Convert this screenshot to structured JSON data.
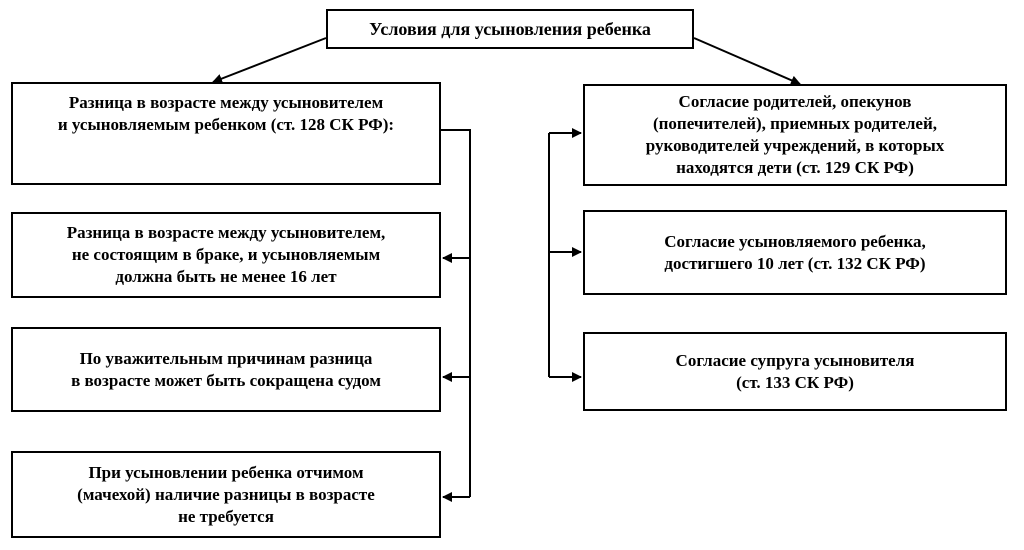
{
  "title": "Условия для усыновления ребенка",
  "left": {
    "main": "Разница в возрасте между усыновителем\nи усыновляемым ребенком (ст. 128 СК РФ):",
    "items": [
      "Разница в возрасте между усыновителем,\nне состоящим в браке, и усыновляемым\nдолжна быть не менее 16 лет",
      "По уважительным причинам разница\nв возрасте может быть сокращена судом",
      "При усыновлении ребенка отчимом\n(мачехой) наличие разницы в возрасте\nне требуется"
    ]
  },
  "right": {
    "items": [
      "Согласие родителей, опекунов\n(попечителей), приемных родителей,\nруководителей учреждений, в которых\nнаходятся дети (ст. 129 СК РФ)",
      "Согласие усыновляемого ребенка,\nдостигшего 10 лет (ст. 132 СК РФ)",
      "Согласие супруга усыновителя\n(ст. 133 СК РФ)"
    ]
  }
}
